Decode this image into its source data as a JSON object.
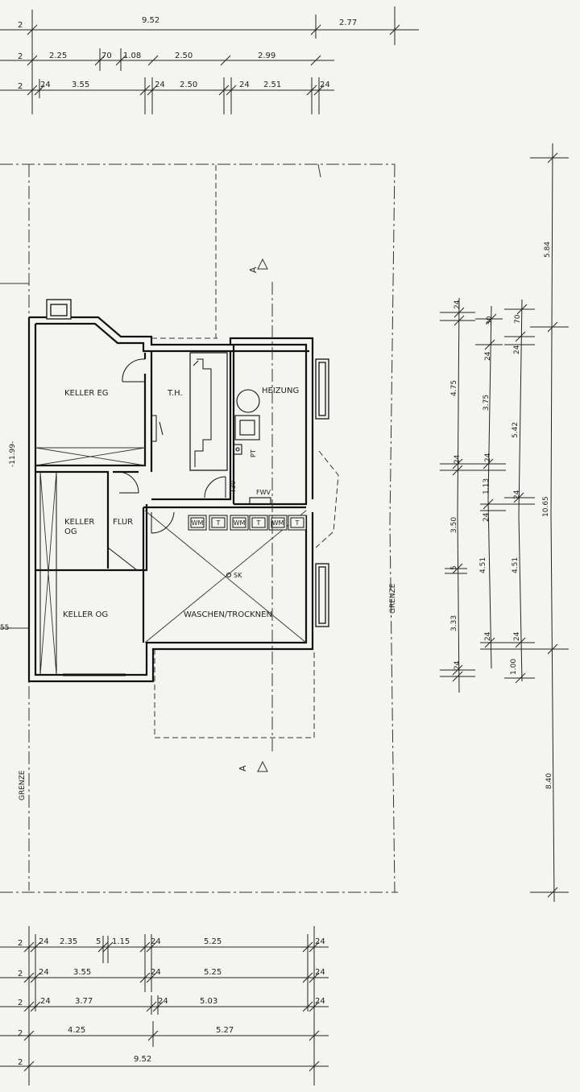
{
  "top_dims": {
    "row1": [
      "2",
      "9.52",
      "2.77"
    ],
    "row2": [
      "2",
      "2.25",
      "70",
      "1.08",
      "2.50",
      "2.99"
    ],
    "row3": [
      "2",
      "24",
      "3.55",
      "24",
      "2.50",
      "24",
      "2.51",
      "24"
    ]
  },
  "bottom_dims": {
    "row1": [
      "2",
      "24",
      "2.35",
      "5",
      "1.15",
      "24",
      "5.25",
      "24"
    ],
    "row2": [
      "2",
      "24",
      "3.55",
      "24",
      "5.25",
      "24"
    ],
    "row3": [
      "2",
      "24",
      "3.77",
      "24",
      "5.03",
      "24"
    ],
    "row4": [
      "2",
      "4.25",
      "5.27"
    ],
    "row5": [
      "2",
      "9.52"
    ]
  },
  "right_dims": {
    "col1": [
      "24",
      "4.75",
      "24",
      "3.50",
      "5",
      "3.33",
      "24"
    ],
    "col2": [
      "30",
      "24",
      "3.75",
      "24",
      "1.13",
      "24",
      "4.51",
      "24",
      "1.00"
    ],
    "col3": [
      "70",
      "24",
      "5.42",
      "24",
      "4.51",
      "24"
    ],
    "col4": [
      "5.84",
      "10.65",
      "8.40"
    ]
  },
  "left_dims": [
    "-11.99-",
    "55-"
  ],
  "rooms": {
    "keller_eg": "KELLER EG",
    "th": "T.H.",
    "heizung": "HEIZUNG",
    "keller_og_1a": "KELLER",
    "keller_og_1b": "OG",
    "flur": "FLUR",
    "keller_og_2": "KELLER OG",
    "waschen": "WASCHEN/TROCKNEN"
  },
  "fixtures": {
    "pt": "PT",
    "t30": "T30",
    "fwv": "FWV",
    "sk": "SK",
    "appliances": [
      "WM",
      "T",
      "WM",
      "T",
      "WM",
      "T"
    ]
  },
  "labels": {
    "grenze_left": "GRENZE",
    "grenze_right": "GRENZE",
    "section_a": "A"
  }
}
